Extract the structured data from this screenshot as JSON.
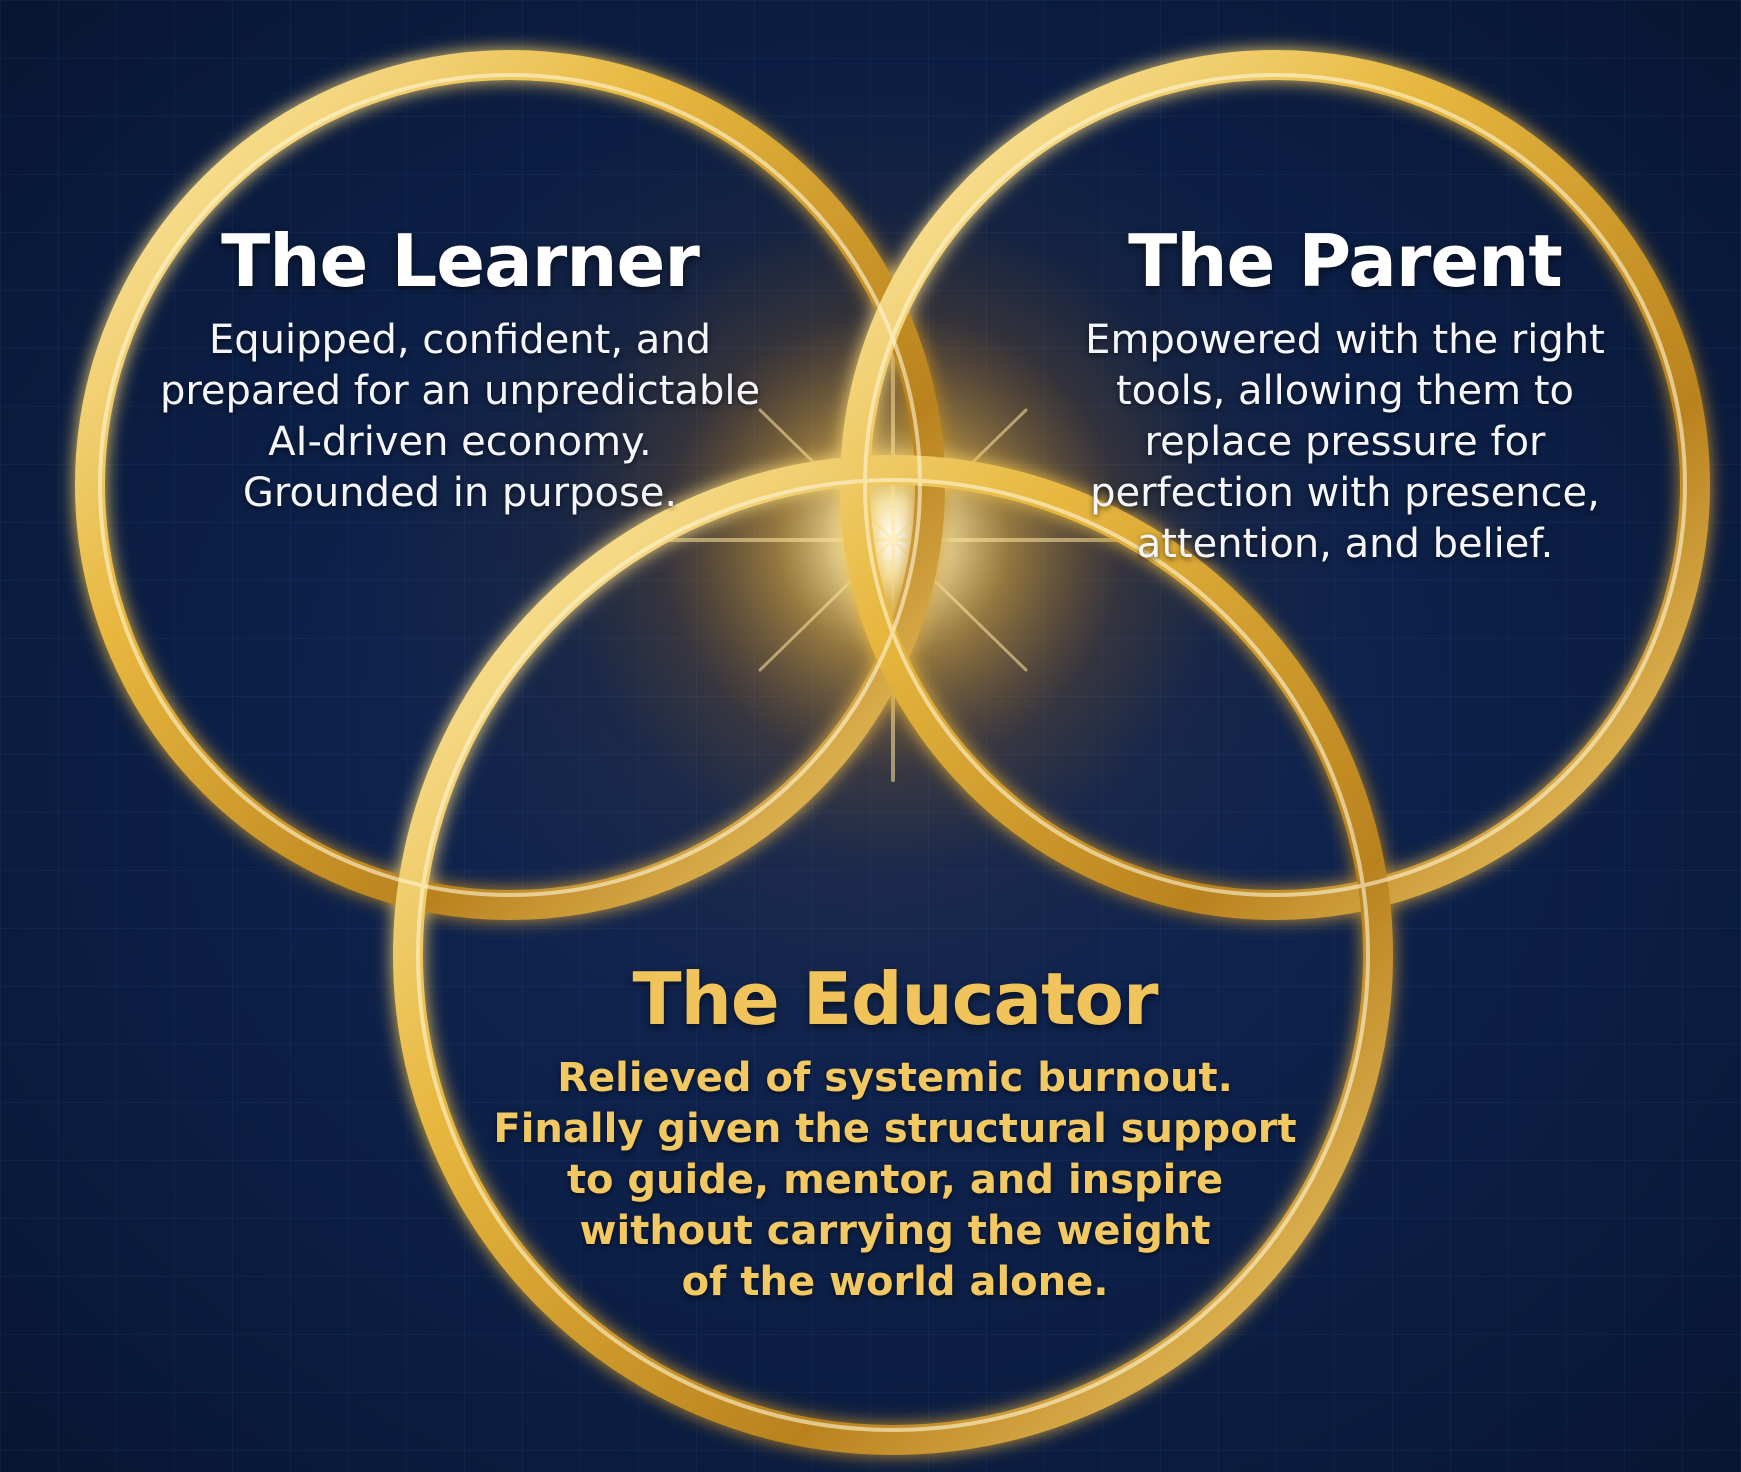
{
  "diagram": {
    "circles": [
      {
        "id": "learner",
        "title": "The Learner",
        "description": "Equipped, confident, and\nprepared for an unpredictable\nAI-driven economy.\nGrounded in purpose.",
        "text_color": "#ffffff"
      },
      {
        "id": "parent",
        "title": "The Parent",
        "description": "Empowered with the right\ntools, allowing them to\nreplace pressure for\nperfection with presence,\nattention, and belief.",
        "text_color": "#ffffff"
      },
      {
        "id": "educator",
        "title": "The Educator",
        "description": "Relieved of systemic burnout.\nFinally given the structural support\nto guide, mentor, and inspire\nwithout carrying the weight\nof the world alone.",
        "text_color": "#f0c45a"
      }
    ],
    "ring_color": "#e7b73e",
    "background_color": "#0b1d3f",
    "center_glow_color": "#ffe9a8"
  }
}
